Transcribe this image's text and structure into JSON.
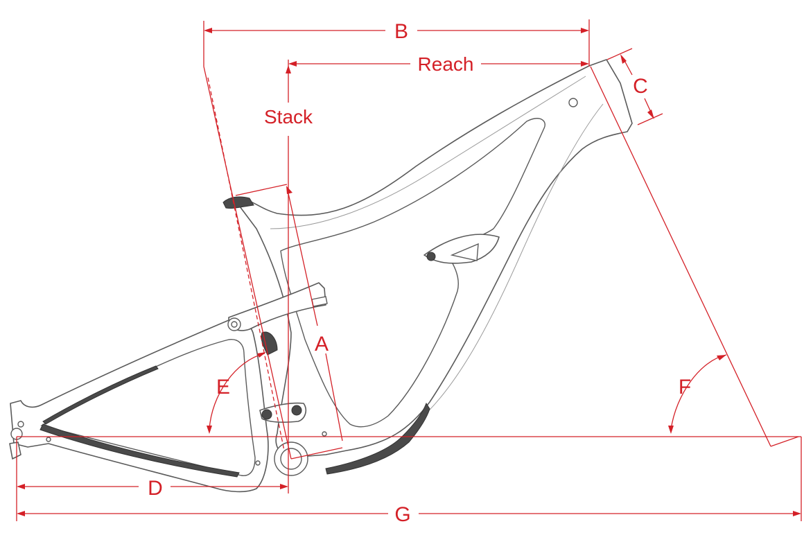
{
  "labels": {
    "a": "A",
    "b": "B",
    "c": "C",
    "d": "D",
    "e": "E",
    "f": "F",
    "g": "G",
    "reach": "Reach",
    "stack": "Stack"
  },
  "colors": {
    "dimension": "#d42027",
    "frame_outline": "#5a5a5a",
    "rubber_guard": "#4a4a4a"
  },
  "icons": {
    "frame": "bicycle-frame-line-drawing"
  }
}
